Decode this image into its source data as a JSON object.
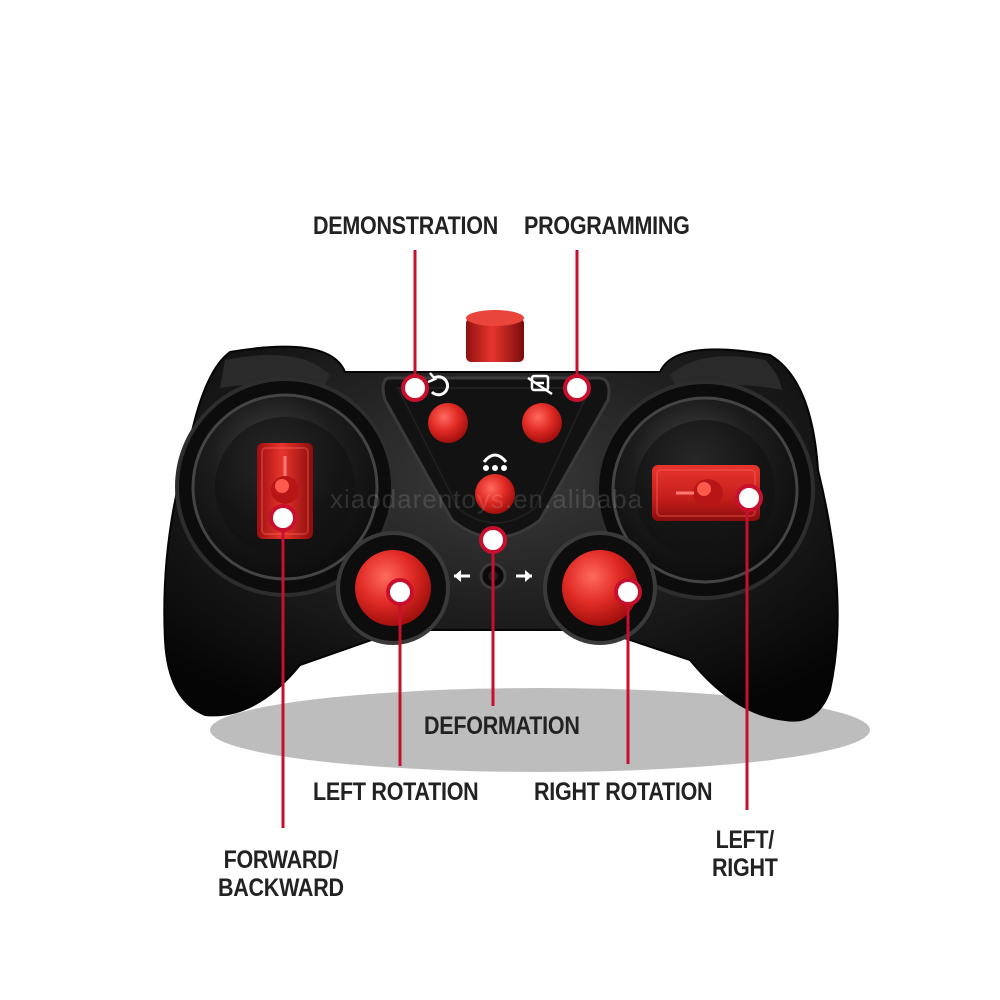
{
  "labels": {
    "demonstration": "DEMONSTRATION",
    "programming": "PROGRAMMING",
    "deformation": "DEFORMATION",
    "left_rotation": "LEFT ROTATION",
    "right_rotation": "RIGHT ROTATION",
    "forward_backward": [
      "FORWARD/",
      "BACKWARD"
    ],
    "left_right": [
      "LEFT/",
      "RIGHT"
    ]
  },
  "watermark": "xiaodarentoys.en.alibaba",
  "icons": {
    "demonstration": "refresh-icon",
    "programming": "program-icon",
    "deformation": "transform-icon",
    "left_right_arrows": "left-right-arrows-icon"
  },
  "colors": {
    "accent": "#d41f26",
    "leader": "#c8102e",
    "body": "#141414",
    "shadow": "#bdbdbd",
    "text": "#222222"
  }
}
